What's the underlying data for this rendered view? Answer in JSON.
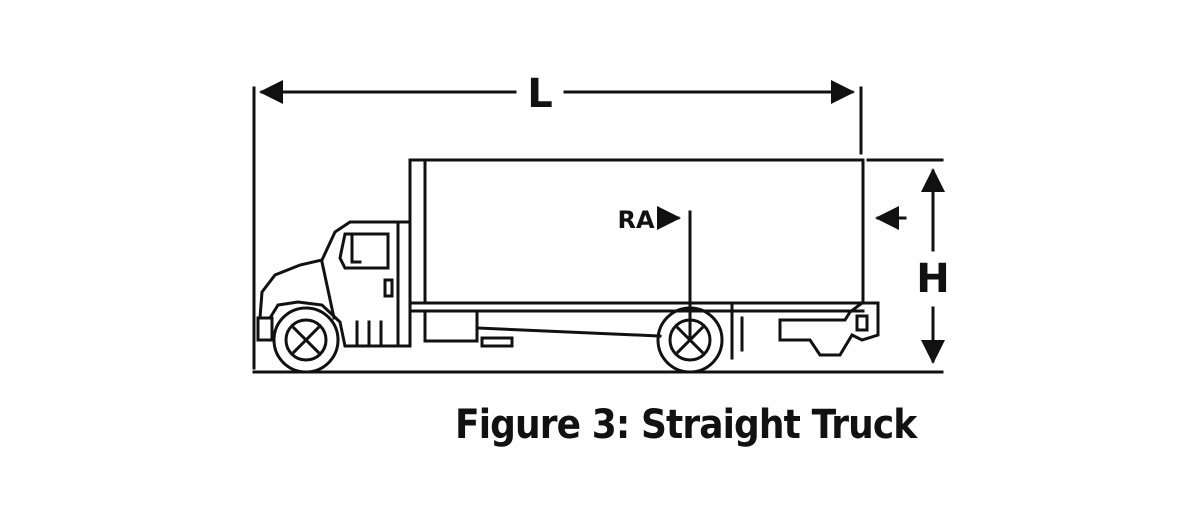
{
  "diagram": {
    "length_label": "L",
    "height_label": "H",
    "rear_axle_label": "RA",
    "caption": "Figure 3: Straight Truck",
    "line_color": "#111111"
  }
}
